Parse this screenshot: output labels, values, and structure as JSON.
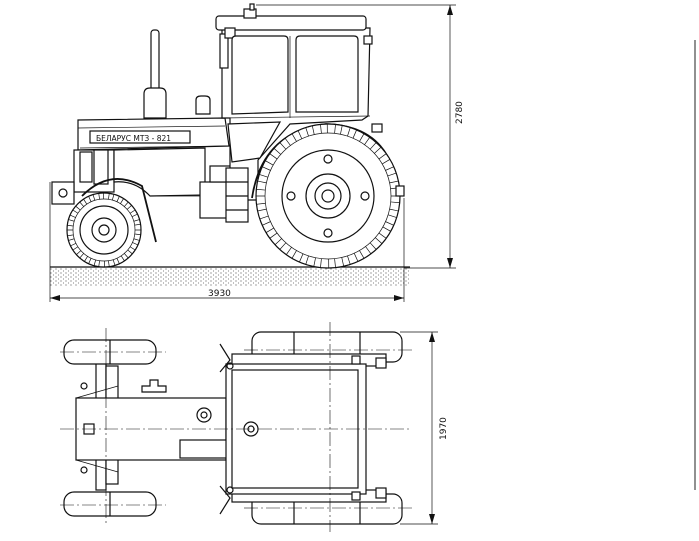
{
  "labels": {
    "brand_plate": "БЕЛАРУС   МТЗ - 821",
    "height_dim": "2780",
    "length_dim": "3930",
    "width_dim": "1970"
  }
}
